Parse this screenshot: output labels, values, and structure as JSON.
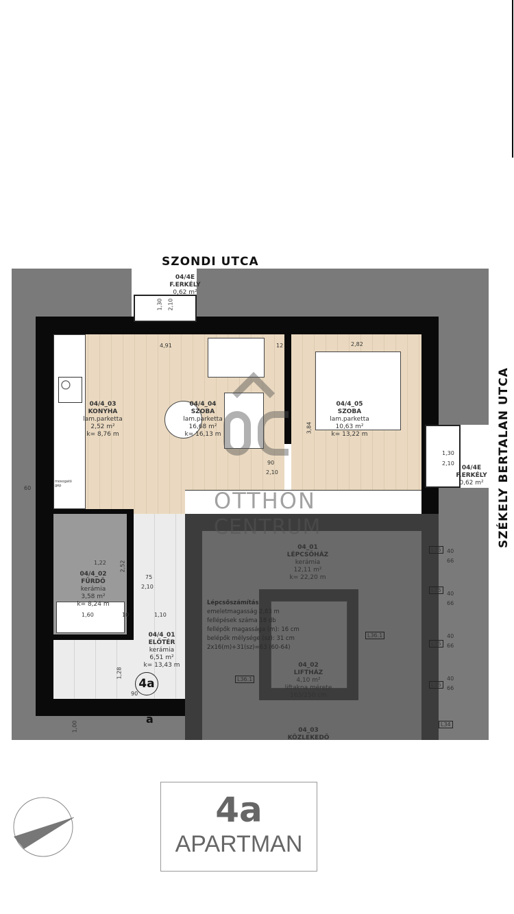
{
  "streets": {
    "top": "SZONDI UTCA",
    "right": "SZÉKELY BERTALAN UTCA"
  },
  "rooms": [
    {
      "id": "04/4E",
      "name": "F.ERKÉLY",
      "area": "0,62 m²"
    },
    {
      "id": "04/4_03",
      "name": "KONYHA",
      "floor": "lam.parketta",
      "area": "2,52 m²",
      "perimeter": "k= 8,76 m"
    },
    {
      "id": "04/4_04",
      "name": "SZOBA",
      "floor": "lam.parketta",
      "area": "16,68 m²",
      "perimeter": "k= 16,13 m"
    },
    {
      "id": "04/4_05",
      "name": "SZOBA",
      "floor": "lam.parketta",
      "area": "10,63 m²",
      "perimeter": "k= 13,22 m"
    },
    {
      "id": "04/4E",
      "name": "F.ERKÉLY",
      "area": "0,62 m²"
    },
    {
      "id": "04/4_02",
      "name": "FÜRDŐ",
      "floor": "kerámia",
      "area": "3,58 m²",
      "perimeter": "k= 8,24 m"
    },
    {
      "id": "04/4_01",
      "name": "ELŐTÉR",
      "floor": "kerámia",
      "area": "6,51 m²",
      "perimeter": "k= 13,43 m"
    },
    {
      "id": "04_01",
      "name": "LÉPCSŐHÁZ",
      "floor": "kerámia",
      "area": "12,11 m²",
      "perimeter": "k= 22,20 m"
    },
    {
      "id": "04_02",
      "name": "LIFTHÁZ",
      "area": "4,10 m²",
      "note1": "liftakna mérete",
      "note2": "165/250 cm"
    },
    {
      "id": "04_03",
      "name": "KÖZLEKEDŐ"
    }
  ],
  "stair_calc": {
    "title": "Lépcsőszámítás",
    "lines": [
      "emeletmagasság 2,83 m",
      "fellépések száma 18 db",
      "fellépők magassága (m): 16 cm",
      "belépők mélysége (sz): 31 cm",
      "2x16(m)+31(sz)=63 (60-64)"
    ]
  },
  "dims": {
    "d491": "4,91",
    "d12": "12",
    "d282": "2,82",
    "d384": "3,84",
    "d130": "1,30",
    "d210": "2,10",
    "d90": "90",
    "d122": "1,22",
    "d252": "2,52",
    "d75": "75",
    "d160": "1,60",
    "d10": "10",
    "d110": "1,10",
    "d128": "1,28",
    "d60": "60",
    "d100": "1,00",
    "L35": "L35",
    "L36": "L36.1",
    "L34": "L34",
    "d40": "40",
    "d66": "66",
    "mosogato": "mosogató gép"
  },
  "unit_badge": "4a",
  "section_mark": "a",
  "watermark": {
    "line1": "OTTHON",
    "line2": "CENTRUM"
  },
  "title_box": {
    "number": "4a",
    "label": "APARTMAN"
  },
  "colors": {
    "floor_wood": "#ead9c0",
    "wall": "#0a0a0a",
    "neighbour": "#7a7a7a",
    "title": "#666666"
  }
}
